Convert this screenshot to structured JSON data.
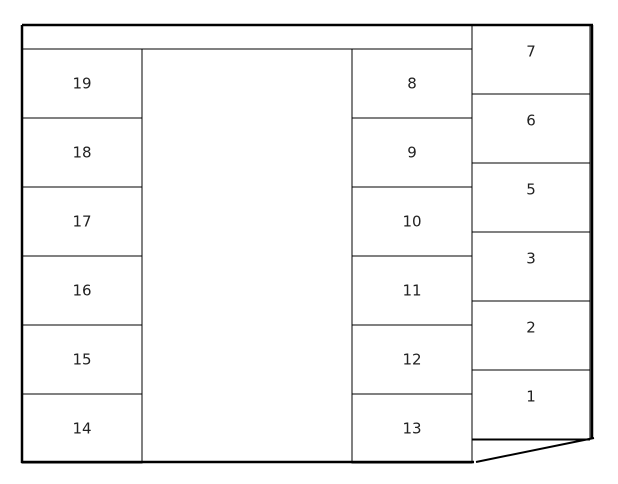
{
  "floor_plan": {
    "stalls": {
      "left_column": [
        "19",
        "18",
        "17",
        "16",
        "15",
        "14"
      ],
      "center_column": [
        "8",
        "9",
        "10",
        "11",
        "12",
        "13"
      ],
      "right_column": [
        "7",
        "6",
        "5",
        "3",
        "2",
        "1"
      ]
    }
  }
}
